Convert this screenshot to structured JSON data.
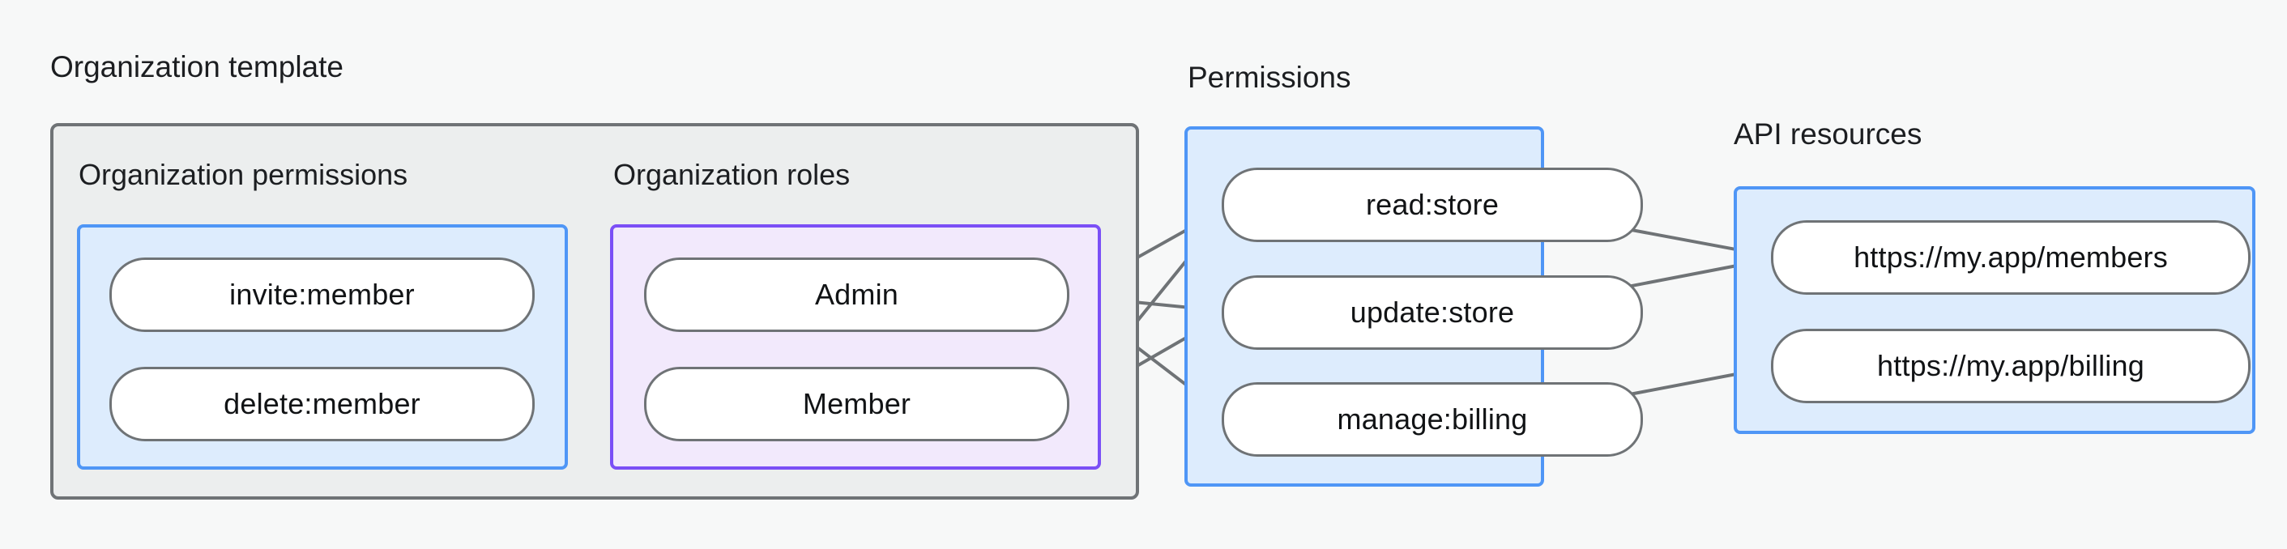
{
  "diagram": {
    "background_color": "#f7f8f8",
    "edge_color": "#6f7376",
    "node_border_color": "#6f7376",
    "node_fill_color": "#ffffff"
  },
  "groups": {
    "organization_template": {
      "label": "Organization template",
      "border_color": "#6f7376",
      "fill_color": "#eceeee",
      "subgroups": {
        "organization_permissions": {
          "label": "Organization permissions",
          "border_color": "#4f96f6",
          "fill_color": "#ddecfd",
          "nodes": [
            {
              "label": "invite:member"
            },
            {
              "label": "delete:member"
            }
          ]
        },
        "organization_roles": {
          "label": "Organization roles",
          "border_color": "#7b4ff6",
          "fill_color": "#f2e9fc",
          "nodes": [
            {
              "label": "Admin"
            },
            {
              "label": "Member"
            }
          ]
        }
      }
    },
    "permissions": {
      "label": "Permissions",
      "border_color": "#4f96f6",
      "fill_color": "#ddecfd",
      "nodes": [
        {
          "label": "read:store"
        },
        {
          "label": "update:store"
        },
        {
          "label": "manage:billing"
        }
      ]
    },
    "api_resources": {
      "label": "API resources",
      "border_color": "#4f96f6",
      "fill_color": "#ddecfd",
      "nodes": [
        {
          "label": "https://my.app/members"
        },
        {
          "label": "https://my.app/billing"
        }
      ]
    }
  },
  "edges": [
    {
      "from": "invite:member",
      "to": "Admin"
    },
    {
      "from": "invite:member",
      "to": "Member"
    },
    {
      "from": "delete:member",
      "to": "Member"
    },
    {
      "from": "Admin",
      "to": "read:store"
    },
    {
      "from": "Admin",
      "to": "update:store"
    },
    {
      "from": "Admin",
      "to": "manage:billing"
    },
    {
      "from": "Member",
      "to": "read:store"
    },
    {
      "from": "Member",
      "to": "update:store"
    },
    {
      "from": "read:store",
      "to": "https://my.app/members"
    },
    {
      "from": "update:store",
      "to": "https://my.app/members"
    },
    {
      "from": "manage:billing",
      "to": "https://my.app/billing"
    }
  ]
}
